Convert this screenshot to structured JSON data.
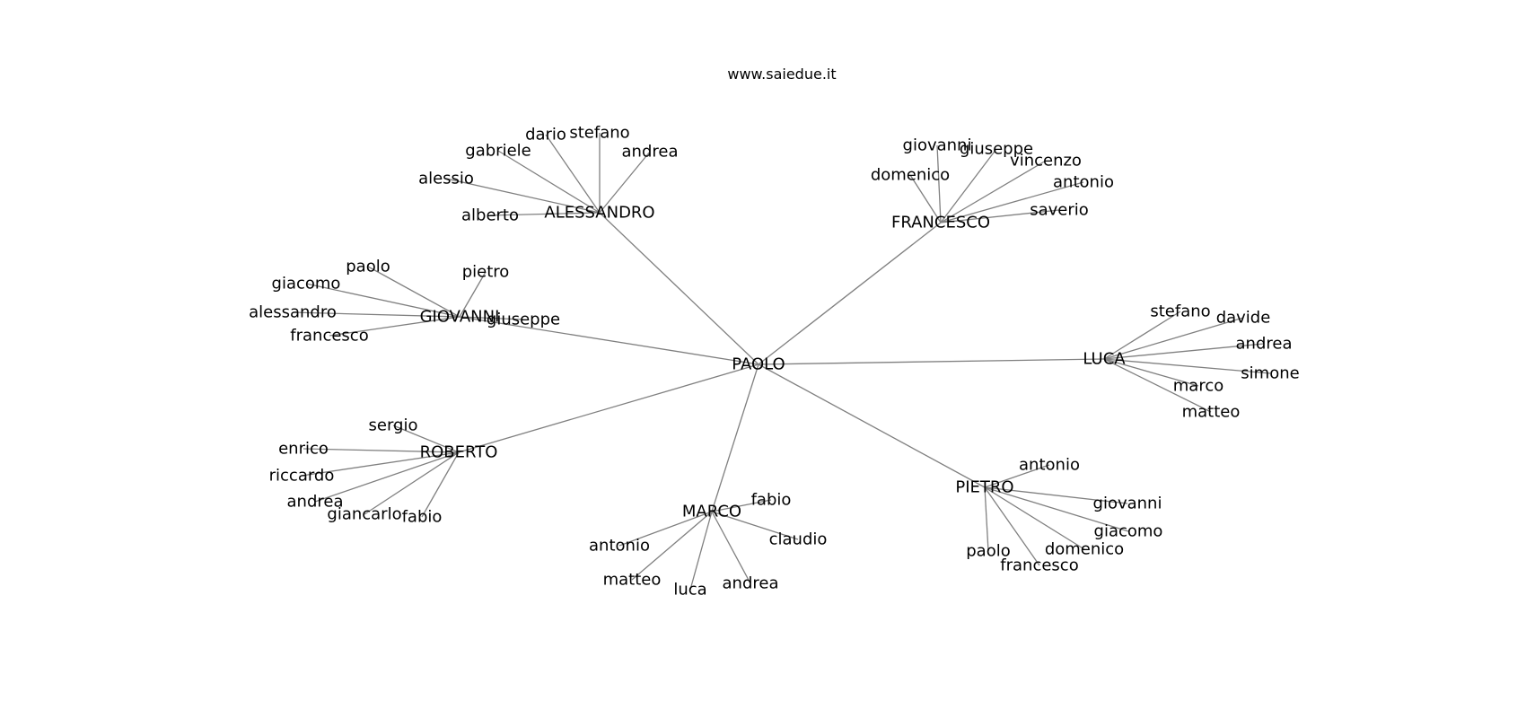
{
  "watermark": "www.saiedue.it",
  "center": "PAOLO",
  "hubs": [
    {
      "name": "ALESSANDRO",
      "leaves": [
        "dario",
        "stefano",
        "gabriele",
        "andrea",
        "alessio",
        "alberto"
      ]
    },
    {
      "name": "FRANCESCO",
      "leaves": [
        "giovanni",
        "giuseppe",
        "vincenzo",
        "domenico",
        "antonio",
        "saverio"
      ]
    },
    {
      "name": "GIOVANNI",
      "leaves": [
        "paolo",
        "giacomo",
        "pietro",
        "alessandro",
        "giuseppe",
        "francesco"
      ]
    },
    {
      "name": "LUCA",
      "leaves": [
        "stefano",
        "davide",
        "andrea",
        "simone",
        "marco",
        "matteo"
      ]
    },
    {
      "name": "ROBERTO",
      "leaves": [
        "sergio",
        "enrico",
        "riccardo",
        "andrea",
        "giancarlo",
        "fabio"
      ]
    },
    {
      "name": "MARCO",
      "leaves": [
        "fabio",
        "claudio",
        "antonio",
        "matteo",
        "luca",
        "andrea"
      ]
    },
    {
      "name": "PIETRO",
      "leaves": [
        "antonio",
        "giovanni",
        "giacomo",
        "domenico",
        "paolo",
        "francesco"
      ]
    }
  ]
}
